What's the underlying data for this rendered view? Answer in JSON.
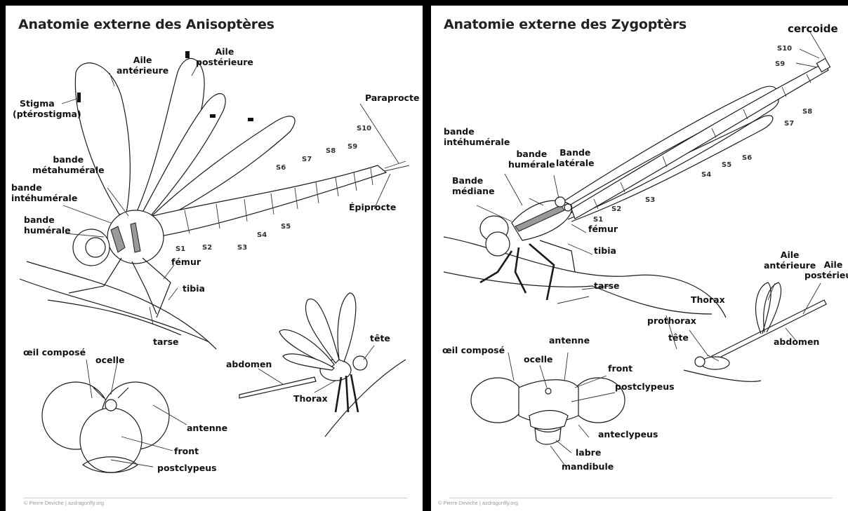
{
  "aniso": {
    "title": "Anatomie externe des Anisoptères",
    "aile_ant_1": "Aile",
    "aile_ant_2": "antérieure",
    "aile_post_1": "Aile",
    "aile_post_2": "postérieure",
    "stigma_1": "Stigma",
    "stigma_2": "(ptérostigma)",
    "paraprocte": "Paraprocte",
    "epiprocte": "Épiprocte",
    "metahum_1": "bande",
    "metahum_2": "métahumérale",
    "intehum_1": "bande",
    "intehum_2": "intéhumérale",
    "humerale_1": "bande",
    "humerale_2": "humérale",
    "segments": {
      "s1": "S1",
      "s2": "S2",
      "s3": "S3",
      "s4": "S4",
      "s5": "S5",
      "s6": "S6",
      "s7": "S7",
      "s8": "S8",
      "s9": "S9",
      "s10": "S10"
    },
    "femur": "fémur",
    "tibia": "tibia",
    "tarse": "tarse",
    "oeil": "œil composé",
    "ocelle": "ocelle",
    "antenne": "antenne",
    "front": "front",
    "postclypeus": "postclypeus",
    "abdomen": "abdomen",
    "thorax": "Thorax",
    "tete": "tête",
    "credit": "© Pierre Deviche | azdragonfly.org"
  },
  "zygo": {
    "title": "Anatomie externe des Zygoptèrs",
    "cercoide": "cercoide",
    "segments": {
      "s1": "S1",
      "s2": "S2",
      "s3": "S3",
      "s4": "S4",
      "s5": "S5",
      "s6": "S6",
      "s7": "S7",
      "s8": "S8",
      "s9": "S9",
      "s10": "S10"
    },
    "intehum_1": "bande",
    "intehum_2": "intéhumérale",
    "humerale_1": "bande",
    "humerale_2": "humérale",
    "laterale_1": "Bande",
    "laterale_2": "latérale",
    "mediane_1": "Bande",
    "mediane_2": "médiane",
    "femur": "fémur",
    "tibia": "tibia",
    "tarse": "tarse",
    "aile_ant_1": "Aile",
    "aile_ant_2": "antérieure",
    "aile_post_1": "Aile",
    "aile_post_2": "postérieure",
    "thorax": "Thorax",
    "prothorax": "prothorax",
    "tete": "tête",
    "abdomen": "abdomen",
    "oeil": "œil composé",
    "antenne": "antenne",
    "ocelle": "ocelle",
    "front": "front",
    "postclypeus": "postclypeus",
    "anteclypeus": "anteclypeus",
    "labre": "labre",
    "mandibule": "mandibule",
    "credit": "© Pierre Deviche | azdragonfly.org"
  }
}
